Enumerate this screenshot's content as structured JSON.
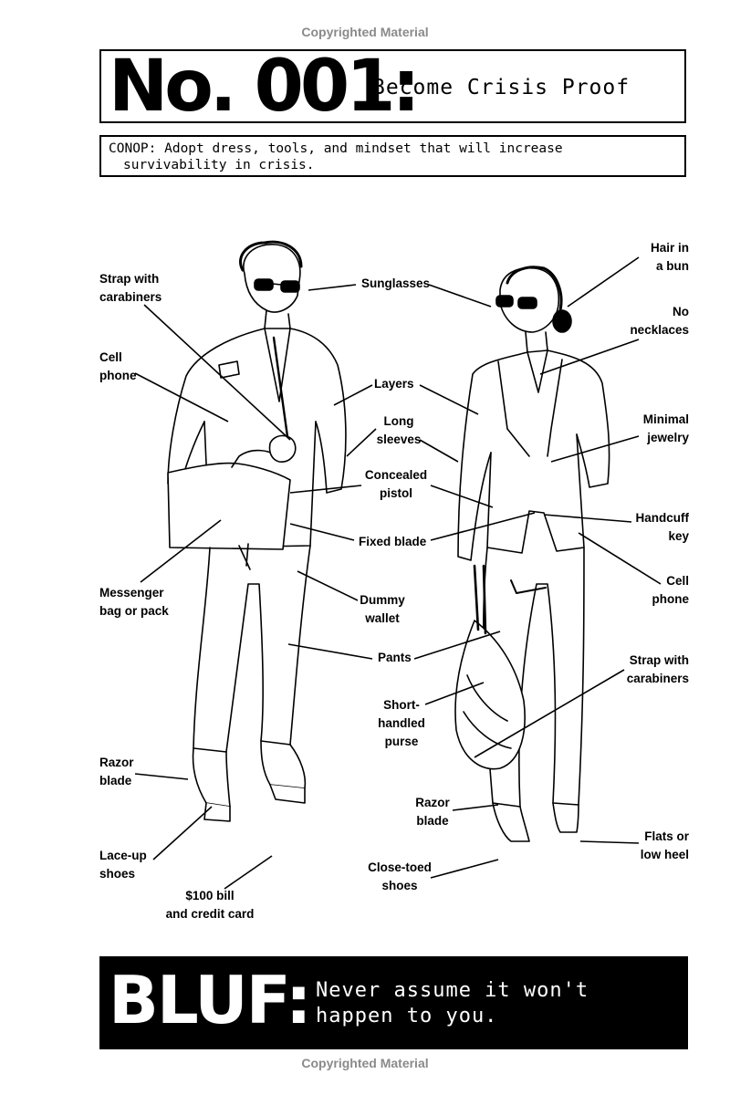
{
  "copyright": "Copyrighted Material",
  "header": {
    "number": "No. 001:",
    "title": "Become Crisis Proof",
    "conop_line1": "CONOP: Adopt dress, tools, and mindset that will increase",
    "conop_line2": "survivability in crisis."
  },
  "labels": {
    "strap_man": "Strap with\ncarabiners",
    "cell_man": "Cell\nphone",
    "messenger": "Messenger\nbag or pack",
    "razor_man": "Razor\nblade",
    "laceup": "Lace-up\nshoes",
    "bill": "$100 bill\nand credit card",
    "sunglasses": "Sunglasses",
    "layers": "Layers",
    "long_sleeves": "Long\nsleeves",
    "pistol": "Concealed\npistol",
    "fixed_blade": "Fixed blade",
    "dummy_wallet": "Dummy\nwallet",
    "pants": "Pants",
    "purse": "Short-\nhandled\npurse",
    "razor_woman": "Razor\nblade",
    "closetoed": "Close-toed\nshoes",
    "hair": "Hair in\na bun",
    "necklaces": "No\nnecklaces",
    "jewelry": "Minimal\njewelry",
    "handcuff": "Handcuff\nkey",
    "cell_woman": "Cell\nphone",
    "strap_woman": "Strap with\ncarabiners",
    "flats": "Flats or\nlow heel"
  },
  "bluf": {
    "word": "BLUF:",
    "text": "Never assume it won't\nhappen to you."
  }
}
